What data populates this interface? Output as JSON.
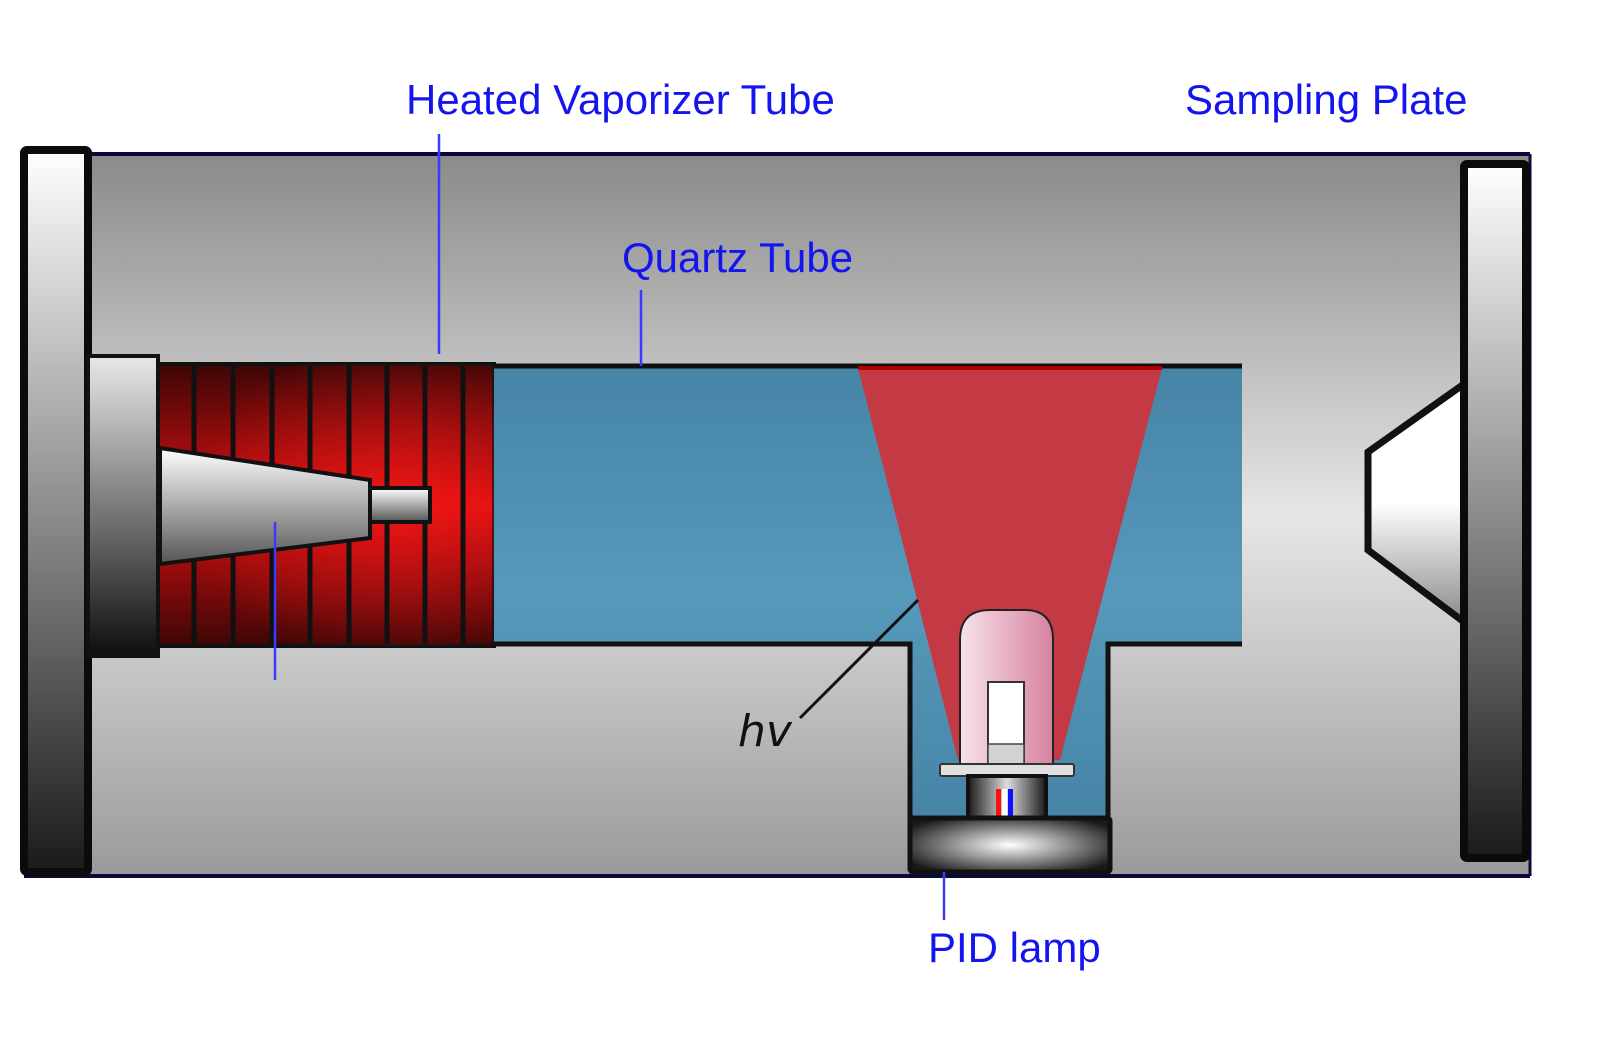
{
  "diagram": {
    "title": "PID detector schematic",
    "labels": {
      "heated_vaporizer_tube": "Heated Vaporizer Tube",
      "sampling_plate": "Sampling Plate",
      "quartz_tube": "Quartz Tube",
      "pid_lamp": "PID lamp",
      "photon_energy": "hv"
    },
    "colors": {
      "label_text": "#1414f0",
      "leader_line": "#3a3aff",
      "quartz_tube": "#4f8fb0",
      "uv_beam": "#c43a44",
      "heater": "#d01010",
      "housing_outline": "#0a0a3a"
    }
  }
}
